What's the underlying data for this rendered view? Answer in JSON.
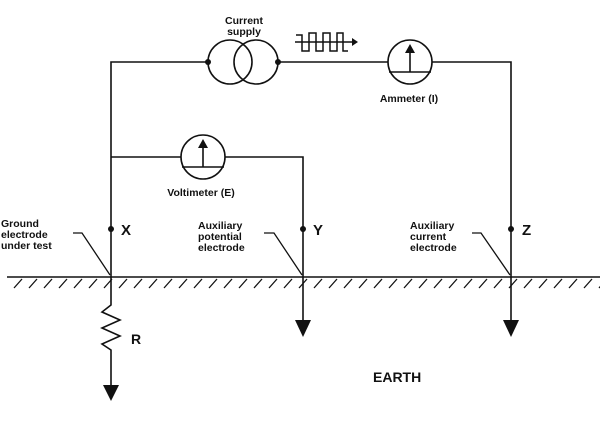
{
  "diagram": {
    "title": "Fall-of-potential earth resistance test circuit",
    "components": {
      "current_supply": {
        "label_line1": "Current",
        "label_line2": "supply"
      },
      "ammeter": {
        "label": "Ammeter (I)"
      },
      "voltmeter": {
        "label": "Voltimeter (E)"
      },
      "resistance": {
        "label": "R"
      }
    },
    "electrodes": {
      "x": {
        "terminal": "X",
        "label_lines": [
          "Ground",
          "electrode",
          "under test"
        ]
      },
      "y": {
        "terminal": "Y",
        "label_lines": [
          "Auxiliary",
          "potential",
          "electrode"
        ]
      },
      "z": {
        "terminal": "Z",
        "label_lines": [
          "Auxiliary",
          "current",
          "electrode"
        ]
      }
    },
    "earth_label": "EARTH",
    "colors": {
      "line": "#111111",
      "background": "#ffffff"
    }
  }
}
